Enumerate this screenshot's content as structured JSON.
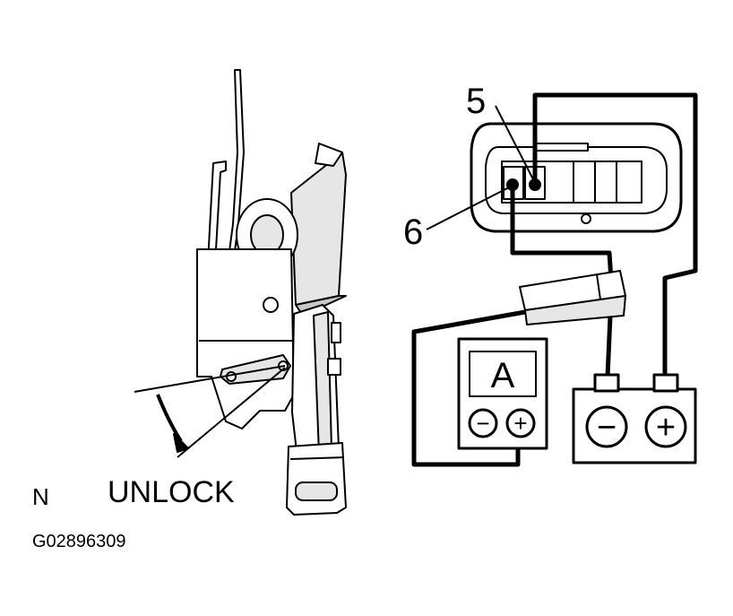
{
  "labels": {
    "position_mark": "N",
    "direction_label": "UNLOCK",
    "figure_code": "G02896309"
  },
  "connector": {
    "terminal_upper": "5",
    "terminal_lower": "6"
  },
  "ammeter": {
    "symbol": "A",
    "minus_symbol": "−",
    "plus_symbol": "+"
  },
  "battery": {
    "minus_symbol": "−",
    "plus_symbol": "+"
  },
  "colors": {
    "line": "#000000",
    "fill_light": "#e6e6e6",
    "fill_mid": "#c8c8c8",
    "background": "#ffffff"
  }
}
